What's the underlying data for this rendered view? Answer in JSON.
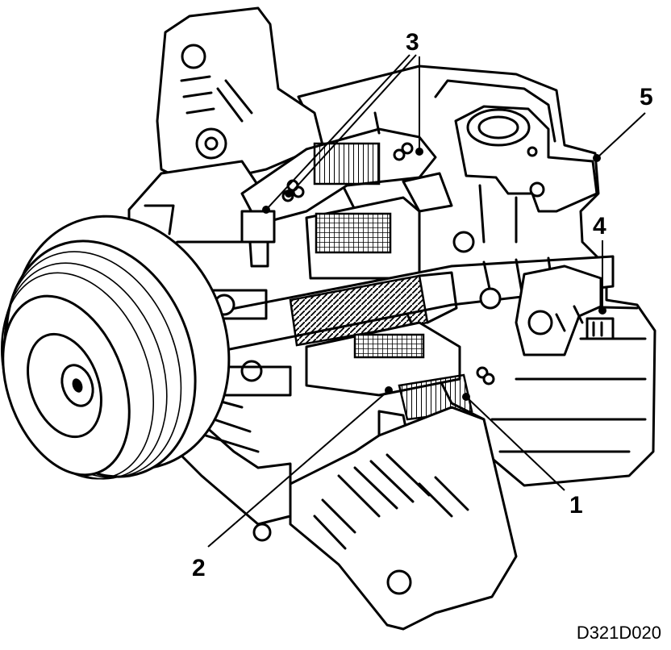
{
  "figure": {
    "callouts": [
      {
        "id": "c1",
        "label": "1"
      },
      {
        "id": "c2",
        "label": "2"
      },
      {
        "id": "c3",
        "label": "3"
      },
      {
        "id": "c4",
        "label": "4"
      },
      {
        "id": "c5",
        "label": "5"
      }
    ],
    "reference_code": "D321D020"
  }
}
